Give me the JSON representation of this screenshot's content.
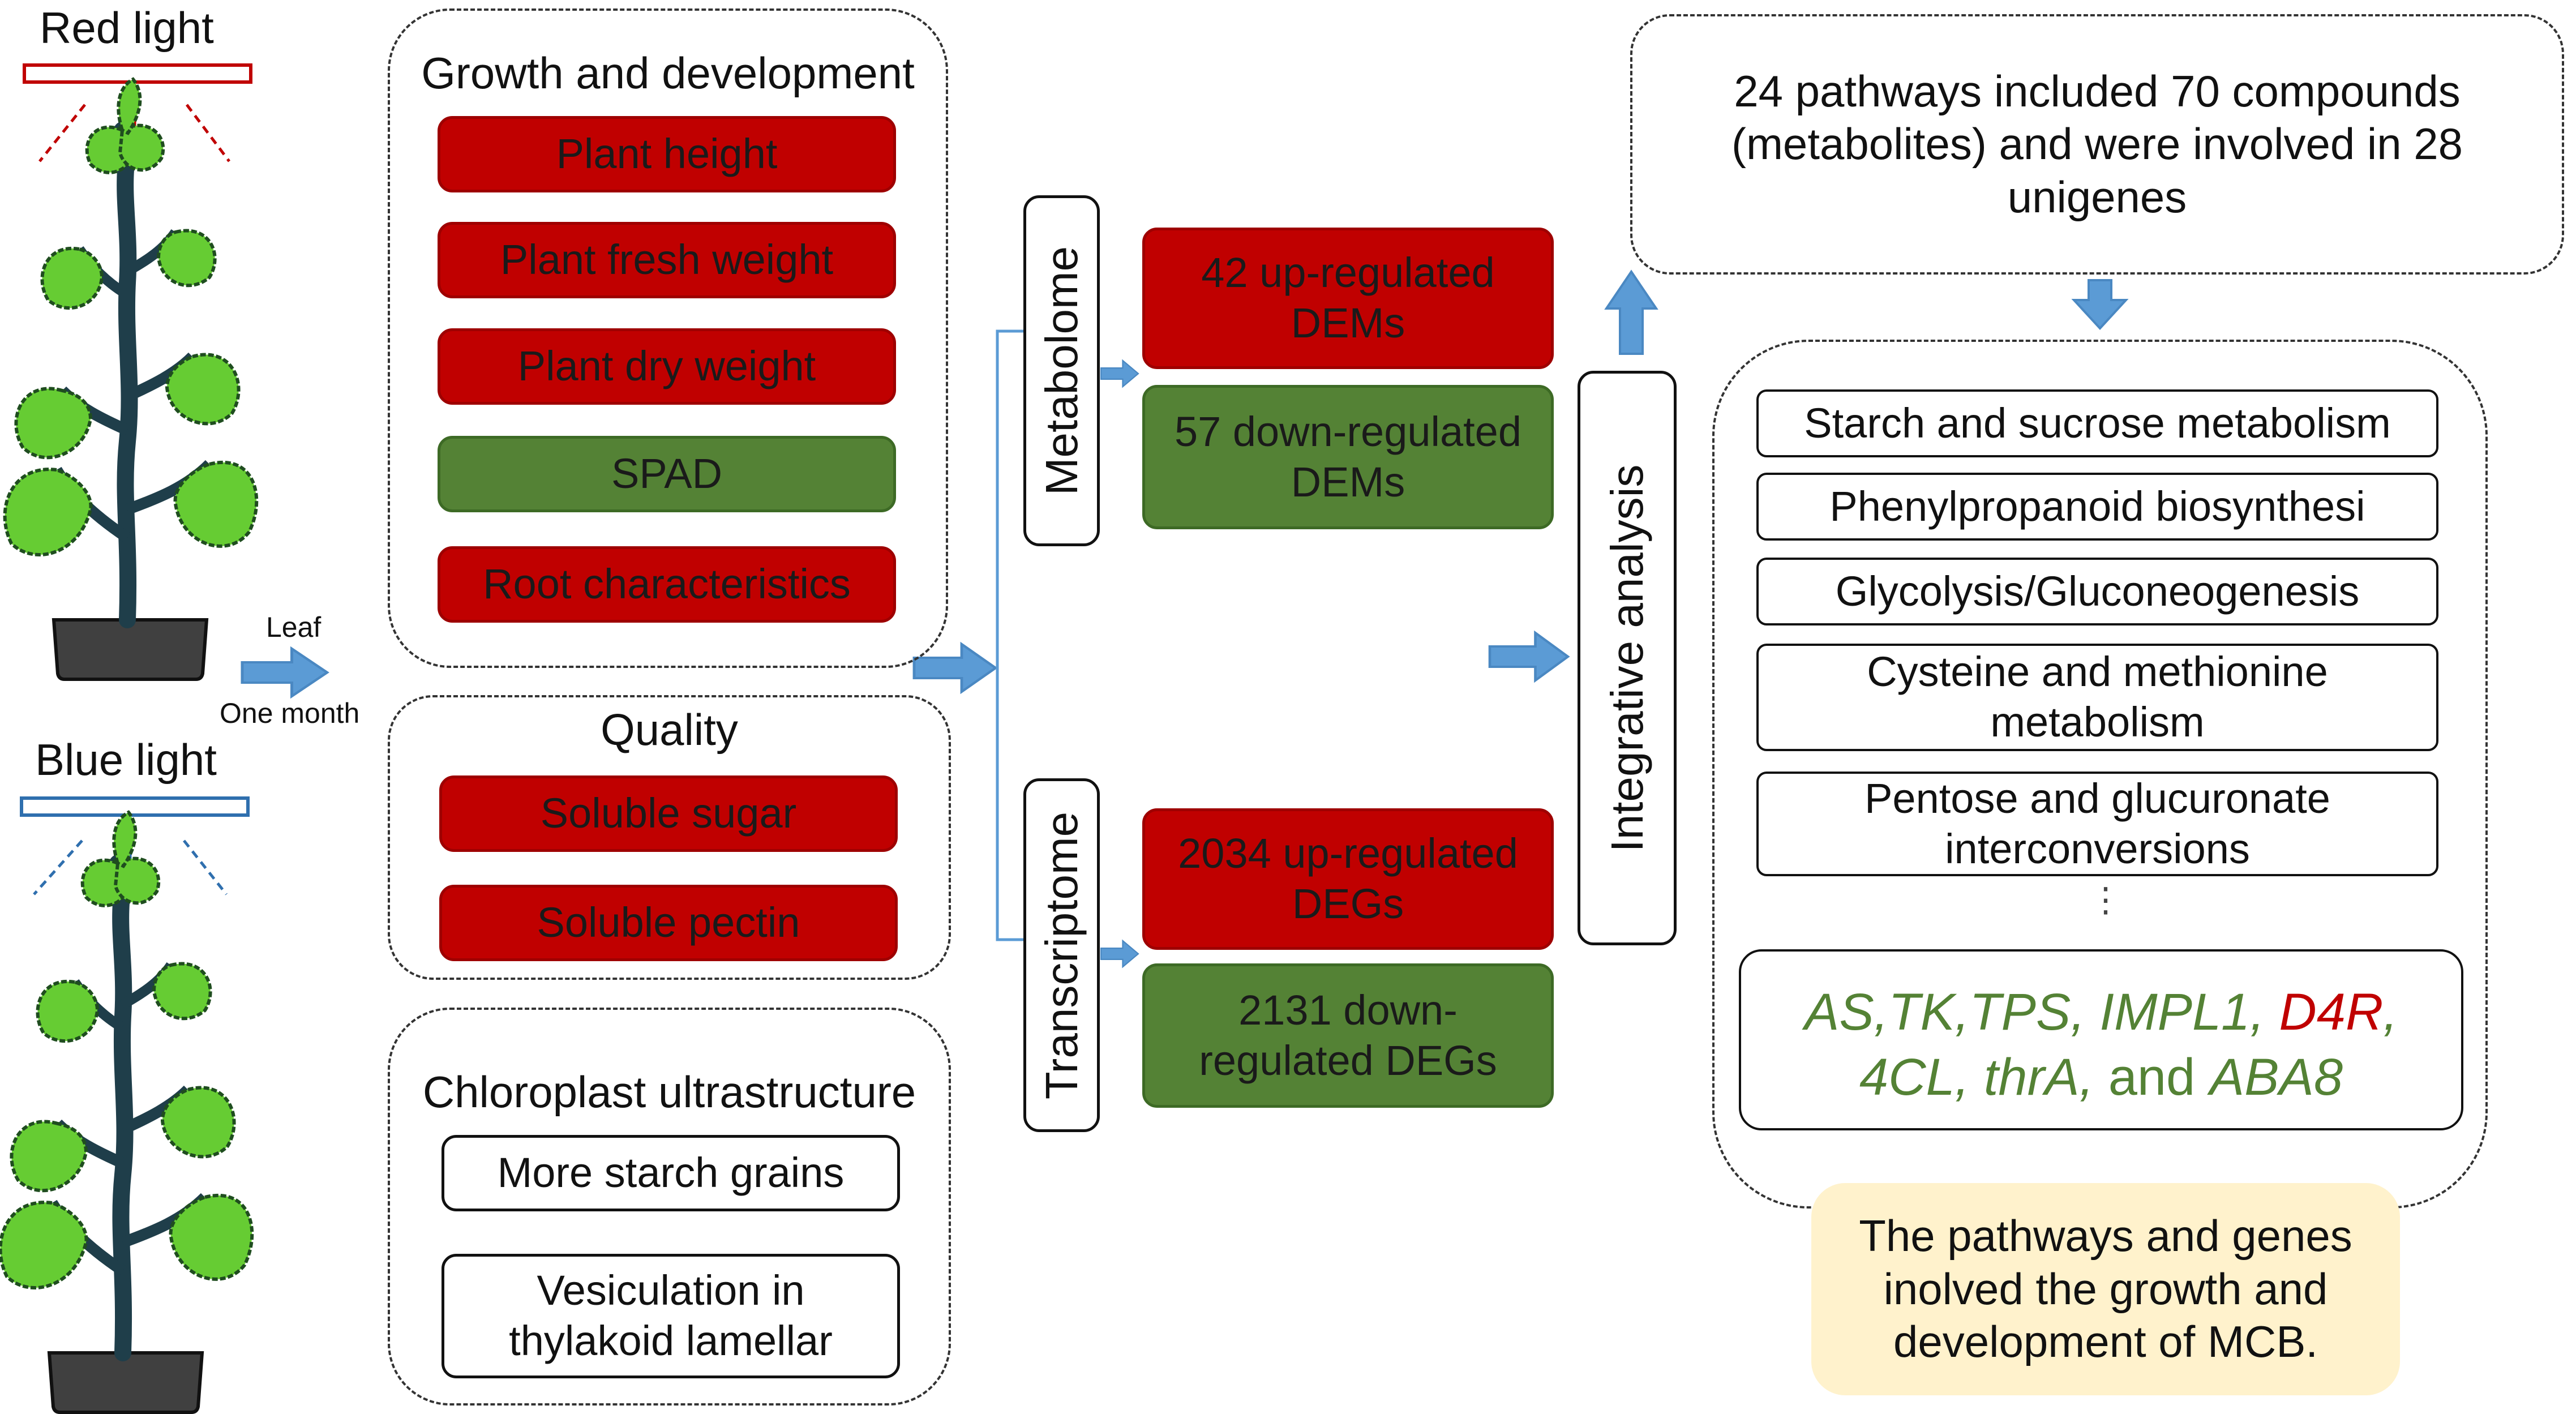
{
  "light": {
    "red_label": "Red light",
    "blue_label": "Blue light",
    "arrow_top": "Leaf",
    "arrow_bottom": "One month"
  },
  "growth": {
    "title": "Growth and development",
    "items": [
      "Plant height",
      "Plant fresh weight",
      "Plant dry weight",
      "SPAD",
      "Root characteristics"
    ]
  },
  "quality": {
    "title": "Quality",
    "items": [
      "Soluble sugar",
      "Soluble pectin"
    ]
  },
  "chloroplast": {
    "title": "Chloroplast ultrastructure",
    "items": [
      "More starch grains",
      "Vesiculation in thylakoid lamellar"
    ]
  },
  "omics": {
    "metabolome": "Metabolome",
    "transcriptome": "Transcriptome",
    "up_dems": "42 up-regulated DEMs",
    "down_dems": "57 down-regulated DEMs",
    "up_degs": "2034 up-regulated DEGs",
    "down_degs": "2131 down-regulated DEGs"
  },
  "integrative": {
    "label": "Integrative analysis"
  },
  "summary": {
    "text": "24 pathways included 70 compounds (metabolites)   and were involved in 28 unigenes"
  },
  "pathways": {
    "items": [
      "Starch and sucrose metabolism",
      "Phenylpropanoid biosynthesi",
      "Glycolysis/Gluconeogenesis",
      "Cysteine and methionine metabolism",
      "Pentose and glucuronate interconversions"
    ],
    "ellipsis": "⋮"
  },
  "genes": {
    "part1": "AS,TK,TPS, IMPL1, ",
    "part2": "D4R",
    "part3": ", 4CL, thrA,",
    "part4": " and ",
    "part5": "ABA8"
  },
  "conclusion": {
    "text": "The pathways and genes inolved the growth and development of MCB."
  },
  "colors": {
    "red": "#c00000",
    "green": "#548235",
    "arrow_blue": "#5b9bd5",
    "conclusion_bg": "#fff2cc"
  }
}
